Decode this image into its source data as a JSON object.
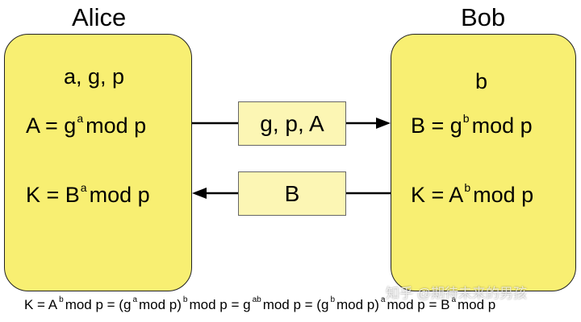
{
  "alice": {
    "name": "Alice",
    "params": "a, g, p",
    "public_lhs": "A = g",
    "public_exp": "a",
    "public_rhs": "mod p",
    "key_lhs": "K = B",
    "key_exp": "a",
    "key_rhs": "mod p"
  },
  "bob": {
    "name": "Bob",
    "param": "b",
    "public_lhs": "B = g",
    "public_exp": "b",
    "public_rhs": "mod p",
    "key_lhs": "K = A",
    "key_exp": "b",
    "key_rhs": "mod p"
  },
  "messages": {
    "to_bob": "g, p, A",
    "to_alice": "B"
  },
  "formula": {
    "t1": "K = A",
    "e1": "b",
    "t2": "mod p = (g",
    "e2": "a",
    "t3": "mod p)",
    "e3": "b",
    "t4": "mod p = g",
    "e4": "ab",
    "t5": "mod p = (g",
    "e5": "b",
    "t6": "mod p)",
    "e6": "a",
    "t7": "mod p = B",
    "e7": "a",
    "t8": "mod p"
  },
  "watermark": "知乎 @期待未来的男孩",
  "colors": {
    "box_fill": "#f8ef72",
    "message_fill": "#fcf6b4",
    "outline": "#222222"
  }
}
